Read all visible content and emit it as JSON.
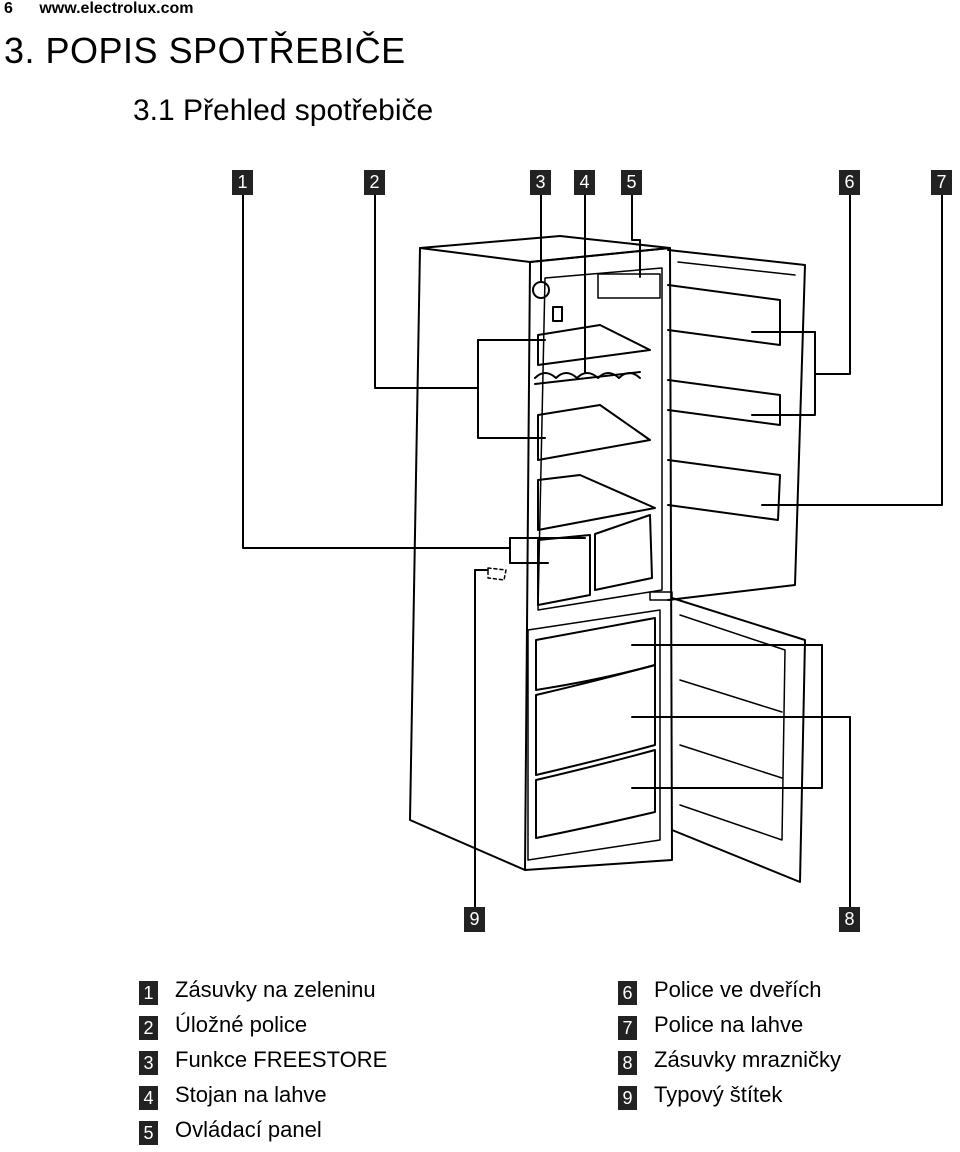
{
  "header": {
    "page_number": "6",
    "url": "www.electrolux.com"
  },
  "title": "3. POPIS SPOTŘEBIČE",
  "subtitle": "3.1 Přehled spotřebiče",
  "callouts": [
    "1",
    "2",
    "3",
    "4",
    "5",
    "6",
    "7",
    "8",
    "9"
  ],
  "legend_left": [
    {
      "num": "1",
      "text": "Zásuvky na zeleninu"
    },
    {
      "num": "2",
      "text": "Úložné police"
    },
    {
      "num": "3",
      "text": "Funkce FREESTORE"
    },
    {
      "num": "4",
      "text": "Stojan na lahve"
    },
    {
      "num": "5",
      "text": "Ovládací panel"
    }
  ],
  "legend_right": [
    {
      "num": "6",
      "text": "Police ve dveřích"
    },
    {
      "num": "7",
      "text": "Police na lahve"
    },
    {
      "num": "8",
      "text": "Zásuvky mrazničky"
    },
    {
      "num": "9",
      "text": "Typový štítek"
    }
  ]
}
